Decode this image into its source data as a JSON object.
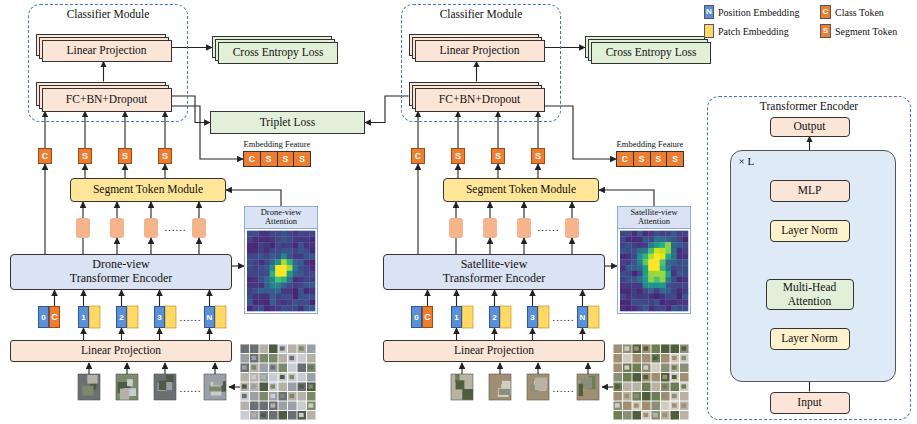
{
  "diagram": {
    "nodes": [
      {
        "text": [
          "Classifier Module"
        ]
      },
      {
        "text": [
          "Linear Projection"
        ],
        "in": 0
      },
      {
        "text": [
          "FC+BN+Dropout"
        ],
        "in": 0
      },
      {
        "text": [
          "Cross Entropy Loss"
        ]
      },
      {
        "text": [
          "Triplet Loss"
        ]
      },
      {
        "text": [
          "Embedding Feature",
          "C",
          "S",
          "S",
          "S"
        ]
      },
      {
        "text": [
          "C"
        ]
      },
      {
        "text": [
          "S"
        ]
      },
      {
        "text": [
          "S"
        ]
      },
      {
        "text": [
          "S"
        ]
      },
      {
        "text": [
          "Segment Token Module"
        ]
      },
      {
        "text": [
          "Drone-view Attention"
        ]
      },
      {
        "text": [
          "Drone-view Transformer Encoder"
        ]
      },
      {
        "text": [
          "0"
        ]
      },
      {
        "text": [
          "C"
        ]
      },
      {
        "text": [
          "1"
        ]
      },
      {
        "text": [
          "2"
        ]
      },
      {
        "text": [
          "3"
        ]
      },
      {
        "text": [
          "N"
        ]
      },
      {
        "text": [
          "Linear Projection"
        ]
      },
      {
        "text": [
          "Classifier Module"
        ]
      },
      {
        "text": [
          "Linear Projection"
        ],
        "in": 20
      },
      {
        "text": [
          "FC+BN+Dropout"
        ],
        "in": 20
      },
      {
        "text": [
          "Cross Entropy Loss"
        ]
      },
      {
        "text": [
          "Embedding Feature",
          "C",
          "S",
          "S",
          "S"
        ]
      },
      {
        "text": [
          "C"
        ]
      },
      {
        "text": [
          "S"
        ]
      },
      {
        "text": [
          "S"
        ]
      },
      {
        "text": [
          "S"
        ]
      },
      {
        "text": [
          "Segment Token Module"
        ]
      },
      {
        "text": [
          "Satellite-view Attention"
        ]
      },
      {
        "text": [
          "Satellite-view Transformer Encoder"
        ]
      },
      {
        "text": [
          "0"
        ]
      },
      {
        "text": [
          "C"
        ]
      },
      {
        "text": [
          "1"
        ]
      },
      {
        "text": [
          "2"
        ]
      },
      {
        "text": [
          "3"
        ]
      },
      {
        "text": [
          "N"
        ]
      },
      {
        "text": [
          "Linear Projection"
        ]
      },
      {
        "text": [
          "Transformer Encoder"
        ]
      },
      {
        "text": [
          "Output"
        ],
        "in": 39
      },
      {
        "text": [
          "× L"
        ],
        "in": 39
      },
      {
        "text": [
          "MLP"
        ],
        "in": 41
      },
      {
        "text": [
          "Layer Norm"
        ],
        "in": 41
      },
      {
        "text": [
          "Multi-Head Attention"
        ],
        "in": 41
      },
      {
        "text": [
          "Layer Norm"
        ],
        "in": 41
      },
      {
        "text": [
          "Input"
        ],
        "in": 39
      }
    ],
    "edges": [
      {
        "from": 19,
        "to": 15,
        "arrow": "to"
      },
      {
        "from": 19,
        "to": 16,
        "arrow": "to"
      },
      {
        "from": 19,
        "to": 17,
        "arrow": "to"
      },
      {
        "from": 19,
        "to": 18,
        "arrow": "to"
      },
      {
        "from": 14,
        "to": 12,
        "arrow": "to"
      },
      {
        "from": 15,
        "to": 12,
        "arrow": "to"
      },
      {
        "from": 16,
        "to": 12,
        "arrow": "to"
      },
      {
        "from": 17,
        "to": 12,
        "arrow": "to"
      },
      {
        "from": 18,
        "to": 12,
        "arrow": "to"
      },
      {
        "from": 12,
        "to": 10,
        "arrow": "to"
      },
      {
        "from": 12,
        "to": 11,
        "arrow": "to"
      },
      {
        "from": 11,
        "to": 10,
        "arrow": "to"
      },
      {
        "from": 12,
        "to": 6,
        "arrow": "to"
      },
      {
        "from": 10,
        "to": 7,
        "arrow": "to"
      },
      {
        "from": 10,
        "to": 8,
        "arrow": "to"
      },
      {
        "from": 10,
        "to": 9,
        "arrow": "to"
      },
      {
        "from": 6,
        "to": 2,
        "arrow": "to"
      },
      {
        "from": 7,
        "to": 2,
        "arrow": "to"
      },
      {
        "from": 8,
        "to": 2,
        "arrow": "to"
      },
      {
        "from": 9,
        "to": 2,
        "arrow": "to"
      },
      {
        "from": 2,
        "to": 1,
        "arrow": "to"
      },
      {
        "from": 1,
        "to": 3,
        "arrow": "to"
      },
      {
        "from": 2,
        "to": 4,
        "arrow": "to"
      },
      {
        "from": 2,
        "to": 5,
        "arrow": "to"
      },
      {
        "from": 38,
        "to": 34,
        "arrow": "to"
      },
      {
        "from": 38,
        "to": 35,
        "arrow": "to"
      },
      {
        "from": 38,
        "to": 36,
        "arrow": "to"
      },
      {
        "from": 38,
        "to": 37,
        "arrow": "to"
      },
      {
        "from": 33,
        "to": 31,
        "arrow": "to"
      },
      {
        "from": 34,
        "to": 31,
        "arrow": "to"
      },
      {
        "from": 35,
        "to": 31,
        "arrow": "to"
      },
      {
        "from": 36,
        "to": 31,
        "arrow": "to"
      },
      {
        "from": 37,
        "to": 31,
        "arrow": "to"
      },
      {
        "from": 31,
        "to": 29,
        "arrow": "to"
      },
      {
        "from": 31,
        "to": 30,
        "arrow": "to"
      },
      {
        "from": 30,
        "to": 29,
        "arrow": "to"
      },
      {
        "from": 31,
        "to": 25,
        "arrow": "to"
      },
      {
        "from": 29,
        "to": 26,
        "arrow": "to"
      },
      {
        "from": 29,
        "to": 27,
        "arrow": "to"
      },
      {
        "from": 29,
        "to": 28,
        "arrow": "to"
      },
      {
        "from": 25,
        "to": 22,
        "arrow": "to"
      },
      {
        "from": 26,
        "to": 22,
        "arrow": "to"
      },
      {
        "from": 27,
        "to": 22,
        "arrow": "to"
      },
      {
        "from": 28,
        "to": 22,
        "arrow": "to"
      },
      {
        "from": 22,
        "to": 21,
        "arrow": "to"
      },
      {
        "from": 21,
        "to": 23,
        "arrow": "to"
      },
      {
        "from": 22,
        "to": 4,
        "arrow": "to"
      },
      {
        "from": 22,
        "to": 24,
        "arrow": "to"
      },
      {
        "from": 46,
        "to": 45,
        "arrow": "to"
      },
      {
        "from": 45,
        "to": 44,
        "arrow": "to"
      },
      {
        "from": 44,
        "to": 43,
        "arrow": "to"
      },
      {
        "from": 43,
        "to": 42,
        "arrow": "to"
      },
      {
        "from": 42,
        "to": 40,
        "arrow": "to"
      }
    ],
    "labels": [
      "……",
      "……",
      "……",
      "……",
      "……",
      "……",
      "N",
      "C",
      "S"
    ],
    "legend": [
      {
        "text": "Position Embedding",
        "color": "#5b8fd6"
      },
      {
        "text": "Patch Embedding",
        "color": "#ffd966"
      },
      {
        "text": "Class Token",
        "color": "#ed7d31"
      },
      {
        "text": "Segment Token",
        "color": "#ed7d31"
      }
    ]
  }
}
